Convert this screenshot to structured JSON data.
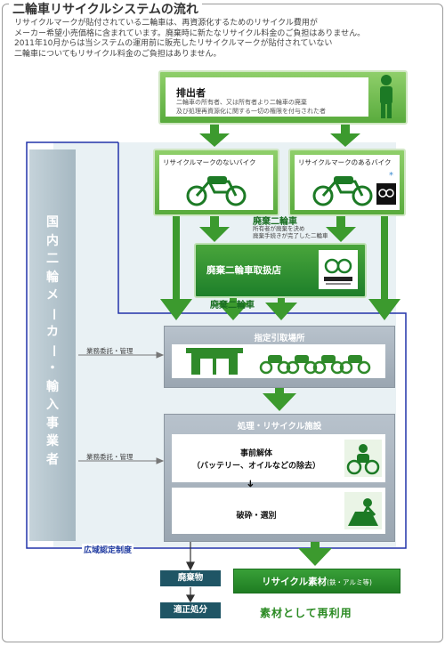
{
  "title": "二輪車リサイクルシステムの流れ",
  "intro": [
    "リサイクルマークが貼付されている二輪車は、再資源化するためのリサイクル費用が",
    "メーカー希望小売価格に含まれています。廃棄時に新たなリサイクル料金のご負担はありません。",
    "2011年10月からは当システムの運用前に販売したリサイクルマークが貼付されていない",
    "二輪車についてもリサイクル料金のご負担はありません。"
  ],
  "discharger": {
    "title": "排出者",
    "desc_line1": "二輪車の所有者、又は所有者より二輪車の廃棄",
    "desc_line2": "及び処理再資源化に関する一切の権限を付与された者"
  },
  "bike_no_mark": "リサイクルマークのないバイク",
  "bike_with_mark": "リサイクルマークのあるバイク",
  "asterisk": "*",
  "abandoned_bike": "廃棄二輪車",
  "abandoned_note_line1": "所有者が廃棄を決め",
  "abandoned_note_line2": "廃棄手続きが完了した二輪車",
  "dealer": "廃棄二輪車取扱店",
  "abandoned_bike_2": "廃棄二輪車",
  "designated_site": "指定引取場所",
  "facility": "処理・リサイクル施設",
  "pre_dismantle_line1": "事前解体",
  "pre_dismantle_line2": "（バッテリー、オイルなどの除去）",
  "sub_arrow": "➜",
  "crush_sort": "破砕・選別",
  "maker_text": [
    "国",
    "内",
    "二",
    "輪",
    "メ",
    "ー",
    "カ",
    "ー",
    "・",
    "輸",
    "入",
    "事",
    "業",
    "者"
  ],
  "consign1": "業務委託・管理",
  "consign2": "業務委託・管理",
  "wide_area": "広域認定制度",
  "waste": "廃棄物",
  "proper_disposal": "適正処分",
  "recycle_material": "リサイクル素材",
  "recycle_material_note": "(鉄・アルミ等)",
  "reuse": "素材として再利用",
  "colors": {
    "green": "#3c9a2e",
    "blue_line": "#2233aa",
    "dark_box": "#1f5565"
  }
}
